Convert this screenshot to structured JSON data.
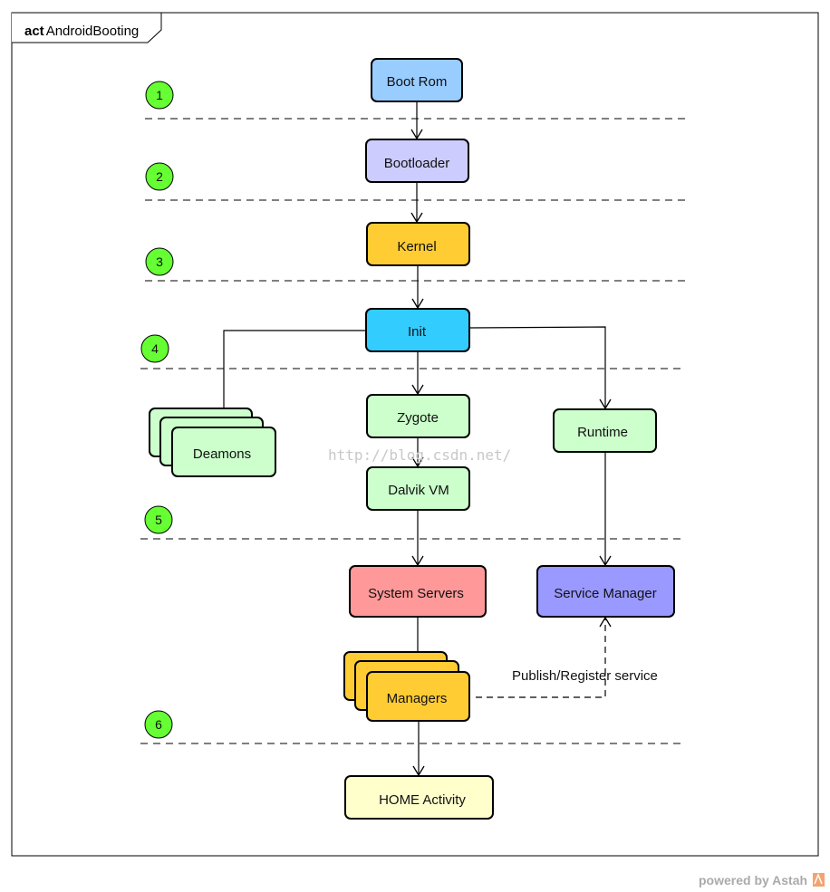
{
  "frame": {
    "keyword": "act",
    "name": "AndroidBooting"
  },
  "steps": [
    "1",
    "2",
    "3",
    "4",
    "5",
    "6"
  ],
  "nodes": {
    "boot_rom": {
      "label": "Boot Rom",
      "color": "#99ccff"
    },
    "bootloader": {
      "label": "Bootloader",
      "color": "#ccccff"
    },
    "kernel": {
      "label": "Kernel",
      "color": "#ffcc33"
    },
    "init": {
      "label": "Init",
      "color": "#33ccff"
    },
    "deamons": {
      "label": "Deamons",
      "color": "#ccffcc"
    },
    "zygote": {
      "label": "Zygote",
      "color": "#ccffcc"
    },
    "runtime": {
      "label": "Runtime",
      "color": "#ccffcc"
    },
    "dalvik_vm": {
      "label": "Dalvik VM",
      "color": "#ccffcc"
    },
    "system_servers": {
      "label": "System Servers",
      "color": "#ff9999"
    },
    "service_manager": {
      "label": "Service Manager",
      "color": "#9999ff"
    },
    "managers": {
      "label": "Managers",
      "color": "#ffcc33"
    },
    "home_activity": {
      "label": "HOME Activity",
      "color": "#ffffcc"
    }
  },
  "edge_labels": {
    "publish_register": "Publish/Register service"
  },
  "step_badge_color": "#66ff33",
  "watermark": "http://blog.csdn.net/",
  "footer": {
    "powered_by": "powered by Astah"
  }
}
